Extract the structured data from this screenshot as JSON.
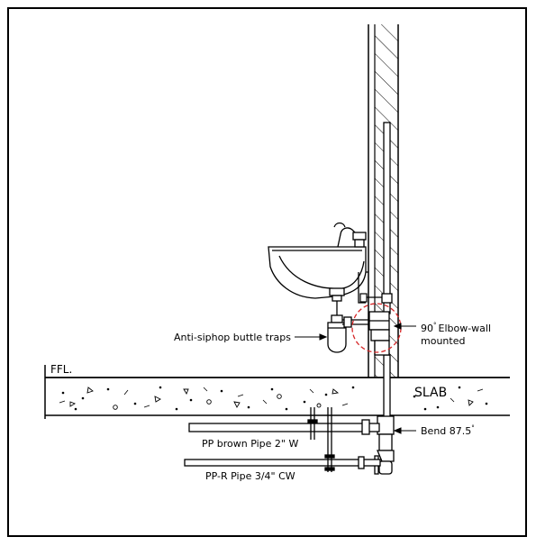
{
  "labels": {
    "ffl": "FFL.",
    "slab": "SLAB",
    "anti_siphon": "Anti-siphop buttle traps",
    "elbow_deg": "90",
    "elbow_line1": "Elbow-wall",
    "elbow_line2": "mounted",
    "bend": "Bend 87.5",
    "pipe_w": "PP brown Pipe 2\" W",
    "pipe_cw": "PP-R Pipe 3/4\" CW"
  }
}
